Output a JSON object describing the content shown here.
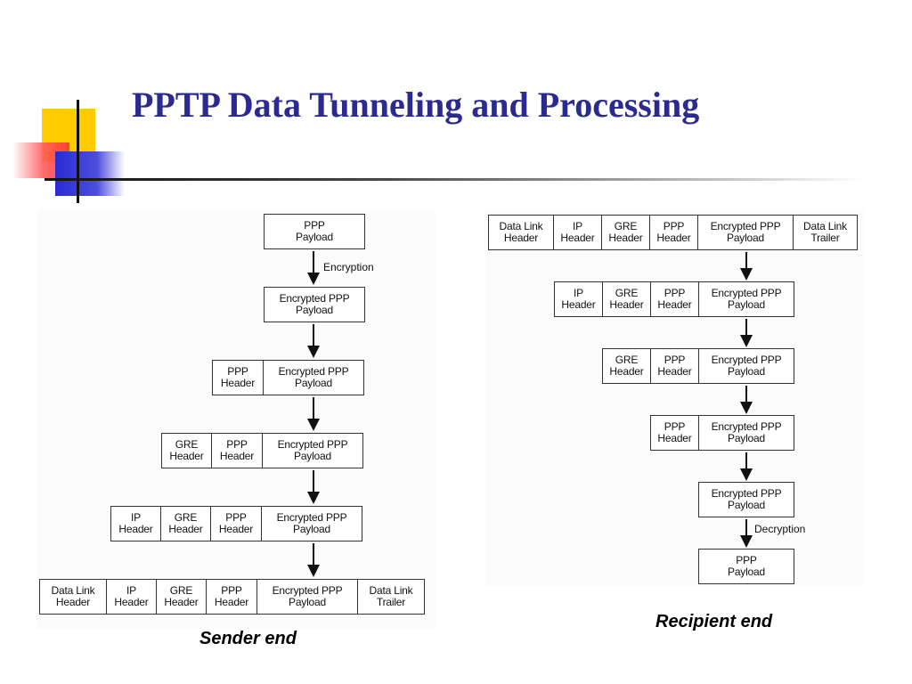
{
  "slide": {
    "title": "PPTP Data Tunneling and Processing"
  },
  "sender": {
    "caption": "Sender end",
    "step1": "Encryption",
    "rows": [
      [
        "PPP\nPayload"
      ],
      [
        "Encrypted PPP\nPayload"
      ],
      [
        "PPP\nHeader",
        "Encrypted PPP\nPayload"
      ],
      [
        "GRE\nHeader",
        "PPP\nHeader",
        "Encrypted PPP\nPayload"
      ],
      [
        "IP\nHeader",
        "GRE\nHeader",
        "PPP\nHeader",
        "Encrypted PPP\nPayload"
      ],
      [
        "Data Link\nHeader",
        "IP\nHeader",
        "GRE\nHeader",
        "PPP\nHeader",
        "Encrypted PPP\nPayload",
        "Data Link\nTrailer"
      ]
    ]
  },
  "recipient": {
    "caption": "Recipient end",
    "step_last": "Decryption",
    "rows": [
      [
        "Data Link\nHeader",
        "IP\nHeader",
        "GRE\nHeader",
        "PPP\nHeader",
        "Encrypted PPP\nPayload",
        "Data Link\nTrailer"
      ],
      [
        "IP\nHeader",
        "GRE\nHeader",
        "PPP\nHeader",
        "Encrypted PPP\nPayload"
      ],
      [
        "GRE\nHeader",
        "PPP\nHeader",
        "Encrypted PPP\nPayload"
      ],
      [
        "PPP\nHeader",
        "Encrypted PPP\nPayload"
      ],
      [
        "Encrypted PPP\nPayload"
      ],
      [
        "PPP\nPayload"
      ]
    ]
  }
}
